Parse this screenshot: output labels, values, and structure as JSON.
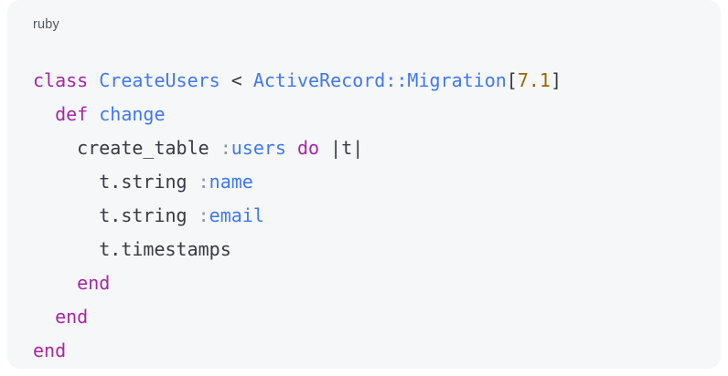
{
  "code_block": {
    "language_label": "ruby",
    "colors": {
      "card_bg": "#f6f7f8",
      "page_bg": "#ffffff",
      "label": "#4f5660",
      "plain": "#383a42",
      "keyword": "#a626a4",
      "identifier": "#4078f2",
      "number": "#986801",
      "symbol_colon": "#8e98a3"
    },
    "lines": [
      {
        "tokens": [
          {
            "text": "class",
            "type": "kw"
          },
          {
            "text": " ",
            "type": "pln"
          },
          {
            "text": "CreateUsers",
            "type": "id"
          },
          {
            "text": " < ",
            "type": "pln"
          },
          {
            "text": "ActiveRecord::Migration",
            "type": "id"
          },
          {
            "text": "[",
            "type": "pln"
          },
          {
            "text": "7.1",
            "type": "num"
          },
          {
            "text": "]",
            "type": "pln"
          }
        ]
      },
      {
        "tokens": [
          {
            "text": "  ",
            "type": "pln"
          },
          {
            "text": "def",
            "type": "kw"
          },
          {
            "text": " ",
            "type": "pln"
          },
          {
            "text": "change",
            "type": "id"
          }
        ]
      },
      {
        "tokens": [
          {
            "text": "    create_table ",
            "type": "pln"
          },
          {
            "text": ":",
            "type": "sym"
          },
          {
            "text": "users",
            "type": "id"
          },
          {
            "text": " ",
            "type": "pln"
          },
          {
            "text": "do",
            "type": "kw"
          },
          {
            "text": " |t|",
            "type": "pln"
          }
        ]
      },
      {
        "tokens": [
          {
            "text": "      t.string ",
            "type": "pln"
          },
          {
            "text": ":",
            "type": "sym"
          },
          {
            "text": "name",
            "type": "id"
          }
        ]
      },
      {
        "tokens": [
          {
            "text": "      t.string ",
            "type": "pln"
          },
          {
            "text": ":",
            "type": "sym"
          },
          {
            "text": "email",
            "type": "id"
          }
        ]
      },
      {
        "tokens": [
          {
            "text": "      t.timestamps",
            "type": "pln"
          }
        ]
      },
      {
        "tokens": [
          {
            "text": "    ",
            "type": "pln"
          },
          {
            "text": "end",
            "type": "kw"
          }
        ]
      },
      {
        "tokens": [
          {
            "text": "  ",
            "type": "pln"
          },
          {
            "text": "end",
            "type": "kw"
          }
        ]
      },
      {
        "tokens": [
          {
            "text": "end",
            "type": "kw"
          }
        ]
      }
    ]
  }
}
